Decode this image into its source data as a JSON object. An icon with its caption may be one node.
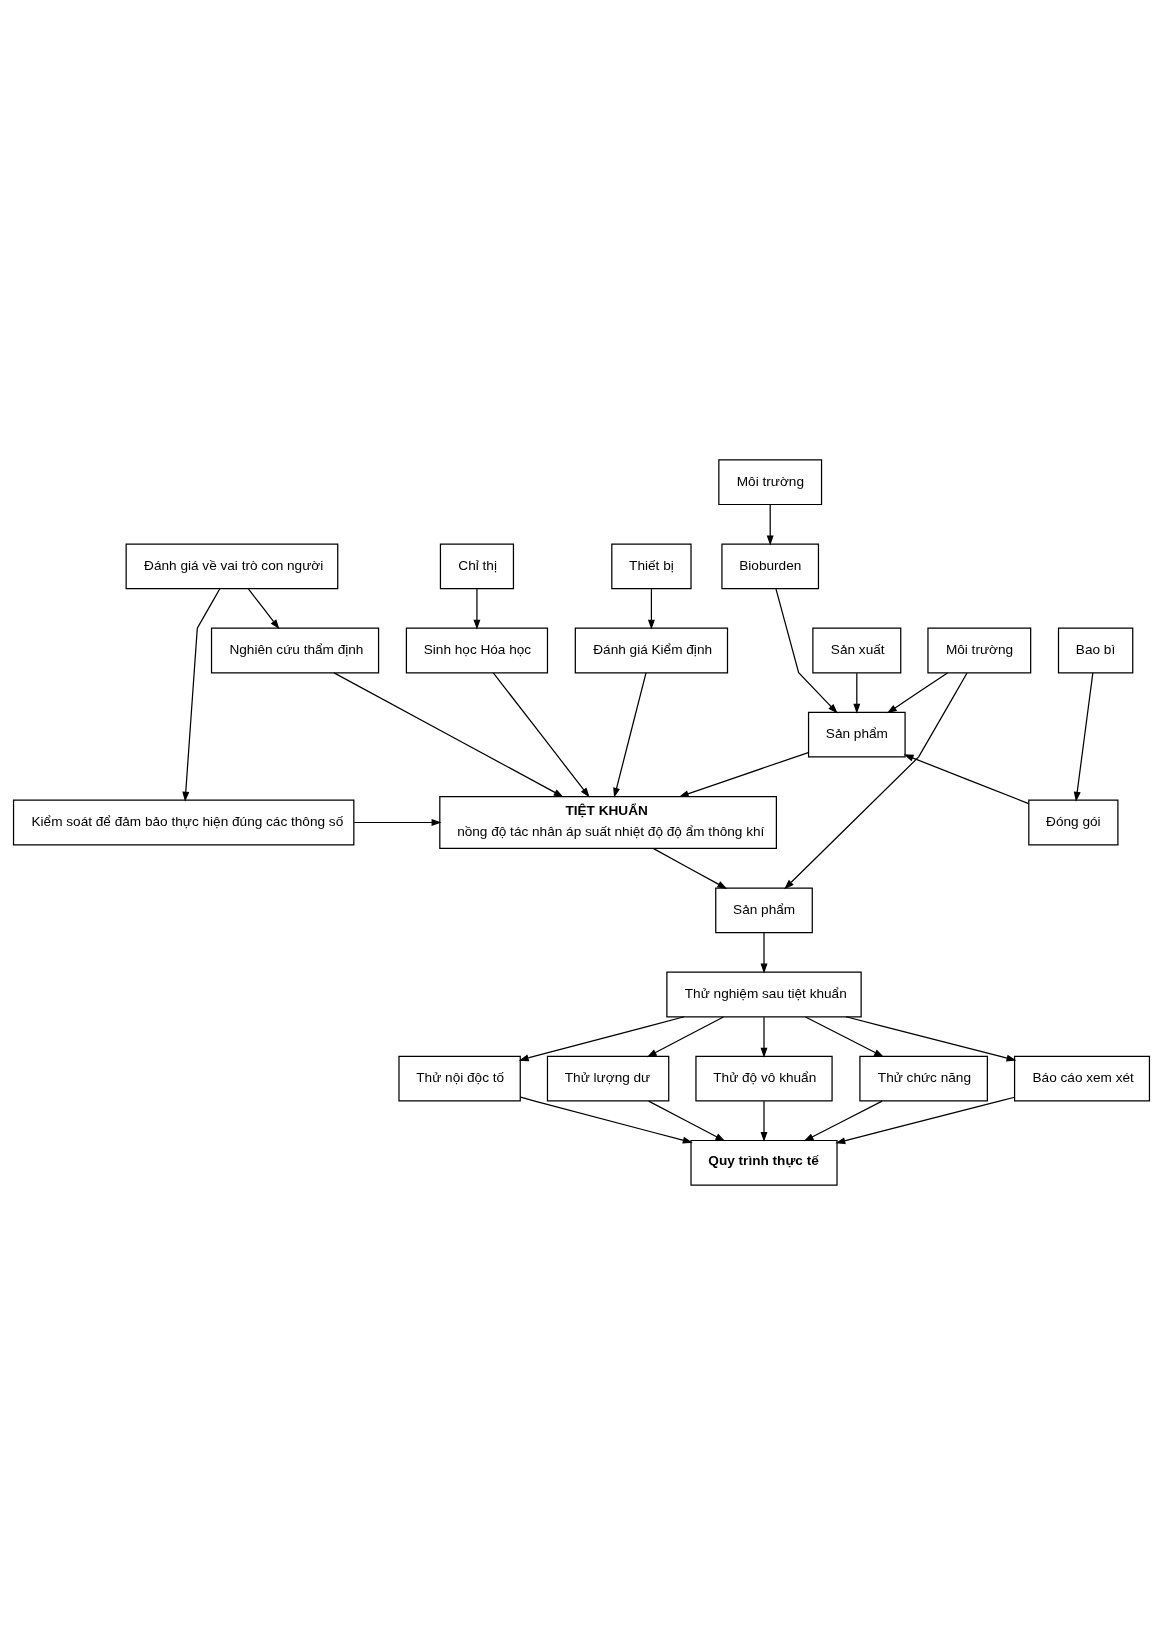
{
  "diagram": {
    "nodes": [
      {
        "text": [
          "Môi trường"
        ]
      },
      {
        "text": [
          "Bioburden"
        ]
      },
      {
        "text": [
          "Thiết bị"
        ]
      },
      {
        "text": [
          "Chỉ thị"
        ]
      },
      {
        "text": [
          "Đánh giá về vai trò con người"
        ]
      },
      {
        "text": [
          "Đánh giá Kiểm định"
        ]
      },
      {
        "text": [
          "Sinh học Hóa học"
        ]
      },
      {
        "text": [
          "Nghiên cứu thẩm định"
        ]
      },
      {
        "text": [
          "Sản xuất"
        ]
      },
      {
        "text": [
          "Sản phẩm"
        ]
      },
      {
        "text": [
          "Đóng gói"
        ]
      },
      {
        "text": [
          "TIỆT KHUẨN",
          "nồng độ tác nhân áp suất nhiệt độ độ ẩm thông khí"
        ]
      },
      {
        "text": [
          "Kiểm soát để đảm bảo thực hiện đúng các thông số"
        ]
      },
      {
        "text": [
          "Bao bì"
        ]
      },
      {
        "text": [
          "Môi trường"
        ]
      },
      {
        "text": [
          "Sản phẩm"
        ]
      },
      {
        "text": [
          "Thử nghiệm sau tiệt khuẩn"
        ]
      },
      {
        "text": [
          "Thử nội độc tố"
        ]
      },
      {
        "text": [
          "Thử lượng dư"
        ]
      },
      {
        "text": [
          "Thử độ vô khuẩn"
        ]
      },
      {
        "text": [
          "Thử chức năng"
        ]
      },
      {
        "text": [
          "Báo cáo xem xét"
        ]
      },
      {
        "text": [
          "Quy trình thực tế"
        ]
      }
    ],
    "edges": [
      {
        "from": 0,
        "to": 1,
        "arrow": "to"
      },
      {
        "from": 2,
        "to": 5,
        "arrow": "to"
      },
      {
        "from": 3,
        "to": 6,
        "arrow": "to"
      },
      {
        "from": 4,
        "to": 7,
        "arrow": "to"
      },
      {
        "from": 1,
        "to": 9,
        "arrow": "to"
      },
      {
        "from": 8,
        "to": 9,
        "arrow": "to"
      },
      {
        "from": 10,
        "to": 9,
        "arrow": "to"
      },
      {
        "from": 13,
        "to": 10,
        "arrow": "to"
      },
      {
        "from": 14,
        "to": 9,
        "arrow": "to"
      },
      {
        "from": 14,
        "to": 15,
        "arrow": "to"
      },
      {
        "from": 9,
        "to": 11,
        "arrow": "to"
      },
      {
        "from": 5,
        "to": 11,
        "arrow": "to"
      },
      {
        "from": 6,
        "to": 11,
        "arrow": "to"
      },
      {
        "from": 7,
        "to": 11,
        "arrow": "to"
      },
      {
        "from": 4,
        "to": 12,
        "arrow": "to"
      },
      {
        "from": 12,
        "to": 11,
        "arrow": "to"
      },
      {
        "from": 11,
        "to": 15,
        "arrow": "to"
      },
      {
        "from": 15,
        "to": 16,
        "arrow": "to"
      },
      {
        "from": 16,
        "to": 17,
        "arrow": "to"
      },
      {
        "from": 16,
        "to": 18,
        "arrow": "to"
      },
      {
        "from": 16,
        "to": 19,
        "arrow": "to"
      },
      {
        "from": 16,
        "to": 20,
        "arrow": "to"
      },
      {
        "from": 16,
        "to": 21,
        "arrow": "to"
      },
      {
        "from": 17,
        "to": 22,
        "arrow": "to"
      },
      {
        "from": 18,
        "to": 22,
        "arrow": "to"
      },
      {
        "from": 19,
        "to": 22,
        "arrow": "to"
      },
      {
        "from": 20,
        "to": 22,
        "arrow": "to"
      },
      {
        "from": 21,
        "to": 22,
        "arrow": "to"
      }
    ]
  }
}
